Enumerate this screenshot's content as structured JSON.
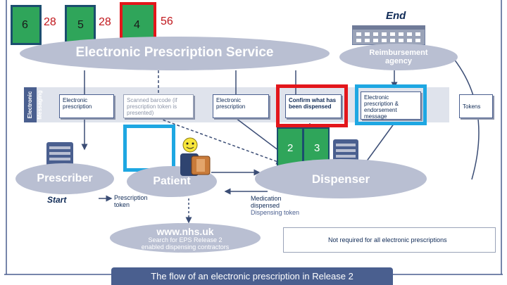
{
  "badges": [
    {
      "number": "6",
      "side": "28"
    },
    {
      "number": "5",
      "side": "28"
    },
    {
      "number": "4",
      "side": "56"
    }
  ],
  "top_banner": {
    "title": "Electronic Prescription Service"
  },
  "end": {
    "label": "End",
    "agency": "Reimbursement agency"
  },
  "messaging_label": "Electronic Messaging",
  "messages": [
    "Electronic prescription",
    "Scanned barcode (if prescription token is presented)",
    "Electronic prescription",
    "Confirm what has been dispensed",
    "Electronic prescription & endorsement message",
    "Tokens"
  ],
  "pair_numbers": [
    "2",
    "3"
  ],
  "prescriber": {
    "title": "Prescriber",
    "start": "Start",
    "token": "Prescription token"
  },
  "patient": {
    "title": "Patient"
  },
  "dispenser": {
    "title": "Dispenser",
    "note_line1": "Medication dispensed",
    "note_line2": "Dispensing token"
  },
  "website": {
    "title": "www.nhs.uk",
    "subtitle": "Search for EPS Release 2 enabled dispensing contractors"
  },
  "legend": {
    "text": "Not required for all electronic prescriptions"
  },
  "footer": {
    "caption": "The flow of an electronic prescription in Release 2"
  },
  "colors": {
    "navy": "#0f2a56",
    "ellipse": "#b9bfd2",
    "green": "#2fa55a",
    "red": "#e3161b",
    "cyan": "#1ea7e2"
  }
}
